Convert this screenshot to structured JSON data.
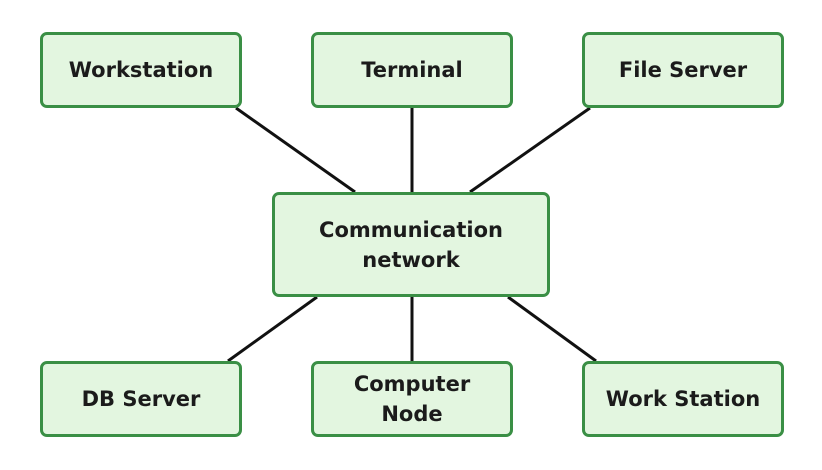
{
  "diagram": {
    "nodes": {
      "workstation": "Workstation",
      "terminal": "Terminal",
      "file_server": "File Server",
      "communication_network": "Communication\nnetwork",
      "db_server": "DB Server",
      "computer_node": "Computer\nNode",
      "work_station": "Work Station"
    },
    "colors": {
      "node_fill": "#e3f6e0",
      "node_border": "#3a8f45",
      "edge": "#111111",
      "text": "#1b1b1b"
    }
  }
}
